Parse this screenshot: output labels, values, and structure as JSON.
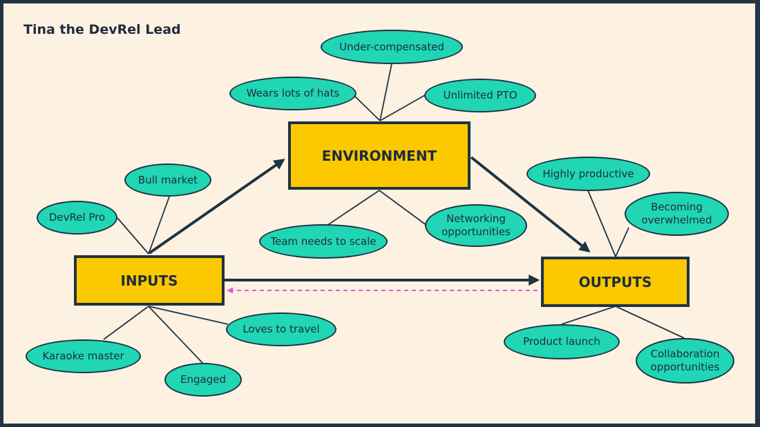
{
  "page": {
    "title": "Tina the DevRel Lead"
  },
  "colors": {
    "bubble": "#20d6b5",
    "box": "#fcc800",
    "stroke": "#1f3341",
    "feedback": "#d65bdc",
    "background": "#fdf1e2"
  },
  "boxes": {
    "inputs": "INPUTS",
    "environment": "ENVIRONMENT",
    "outputs": "OUTPUTS"
  },
  "input_attributes": {
    "bull_market": "Bull market",
    "devrel_pro": "DevRel Pro",
    "loves_to_travel": "Loves to travel",
    "karaoke_master": "Karaoke master",
    "engaged": "Engaged"
  },
  "environment_attributes": {
    "under_compensated": "Under-compensated",
    "wears_lots_of_hats": "Wears lots of hats",
    "unlimited_pto": "Unlimited PTO",
    "team_needs_to_scale": "Team needs to scale",
    "networking_opportunities": "Networking\nopportunities"
  },
  "output_attributes": {
    "highly_productive": "Highly productive",
    "becoming_overwhelmed": "Becoming\noverwhelmed",
    "product_launch": "Product launch",
    "collaboration_opportunities": "Collaboration\nopportunities"
  }
}
